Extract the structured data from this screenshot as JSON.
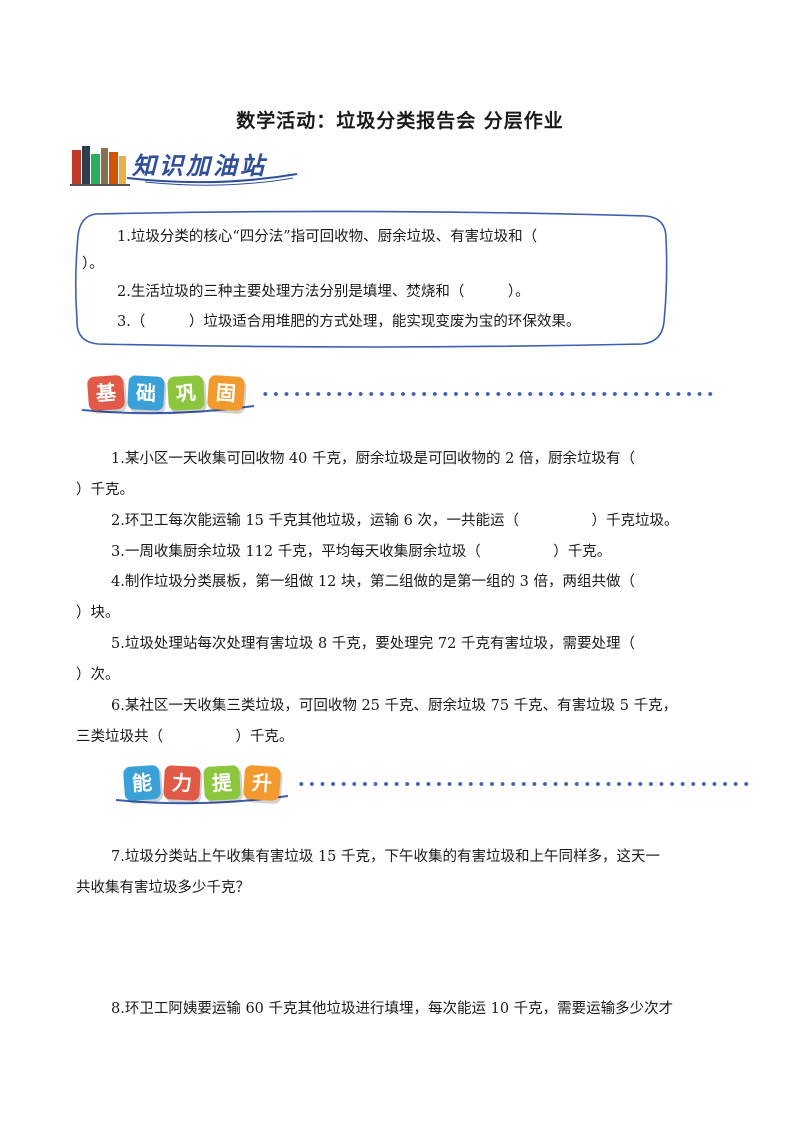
{
  "title": "数学活动：垃圾分类报告会 分层作业",
  "knowledge": {
    "header": "知识加油站",
    "lines": [
      "1.垃圾分类的核心“四分法”指可回收物、厨余垃圾、有害垃圾和（",
      "）。",
      "2.生活垃圾的三种主要处理方法分别是填埋、焚烧和（　　　）。",
      "3.（　　　）垃圾适合用堆肥的方式处理，能实现变废为宝的环保效果。"
    ]
  },
  "basic": {
    "tiles": [
      "基",
      "础",
      "巩",
      "固"
    ],
    "questions": [
      {
        "line1": "1.某小区一天收集可回收物 40 千克，厨余垃圾是可回收物的 2 倍，厨余垃圾有（",
        "line2": "）千克。"
      },
      {
        "line1": "2.环卫工每次能运输 15 千克其他垃圾，运输 6 次，一共能运（　　　　　）千克垃圾。",
        "line2": ""
      },
      {
        "line1": "3.一周收集厨余垃圾 112 千克，平均每天收集厨余垃圾（　　　　　）千克。",
        "line2": ""
      },
      {
        "line1": "4.制作垃圾分类展板，第一组做 12 块，第二组做的是第一组的 3 倍，两组共做（",
        "line2": "）块。"
      },
      {
        "line1": "5.垃圾处理站每次处理有害垃圾 8 千克，要处理完 72 千克有害垃圾，需要处理（",
        "line2": "）次。"
      },
      {
        "line1": "6.某社区一天收集三类垃圾，可回收物 25 千克、厨余垃圾 75 千克、有害垃圾 5 千克，",
        "line2": "三类垃圾共（　　　　　）千克。"
      }
    ]
  },
  "advanced": {
    "tiles": [
      "能",
      "力",
      "提",
      "升"
    ],
    "questions": [
      {
        "line1": "7.垃圾分类站上午收集有害垃圾 15 千克，下午收集的有害垃圾和上午同样多，这天一",
        "line2": "共收集有害垃圾多少千克？"
      },
      {
        "line1": "8.环卫工阿姨要运输 60 千克其他垃圾进行填埋，每次能运 10 千克，需要运输多少次才",
        "line2": ""
      }
    ]
  },
  "colors": {
    "tile_basic": [
      "#e05a47",
      "#3aa0d8",
      "#8cc63f",
      "#f29a2e"
    ],
    "tile_advanced": [
      "#3aa0d8",
      "#e05a47",
      "#8cc63f",
      "#f29a2e"
    ],
    "accent": "#3c5fb3"
  },
  "icons": {
    "books": "books-icon"
  }
}
